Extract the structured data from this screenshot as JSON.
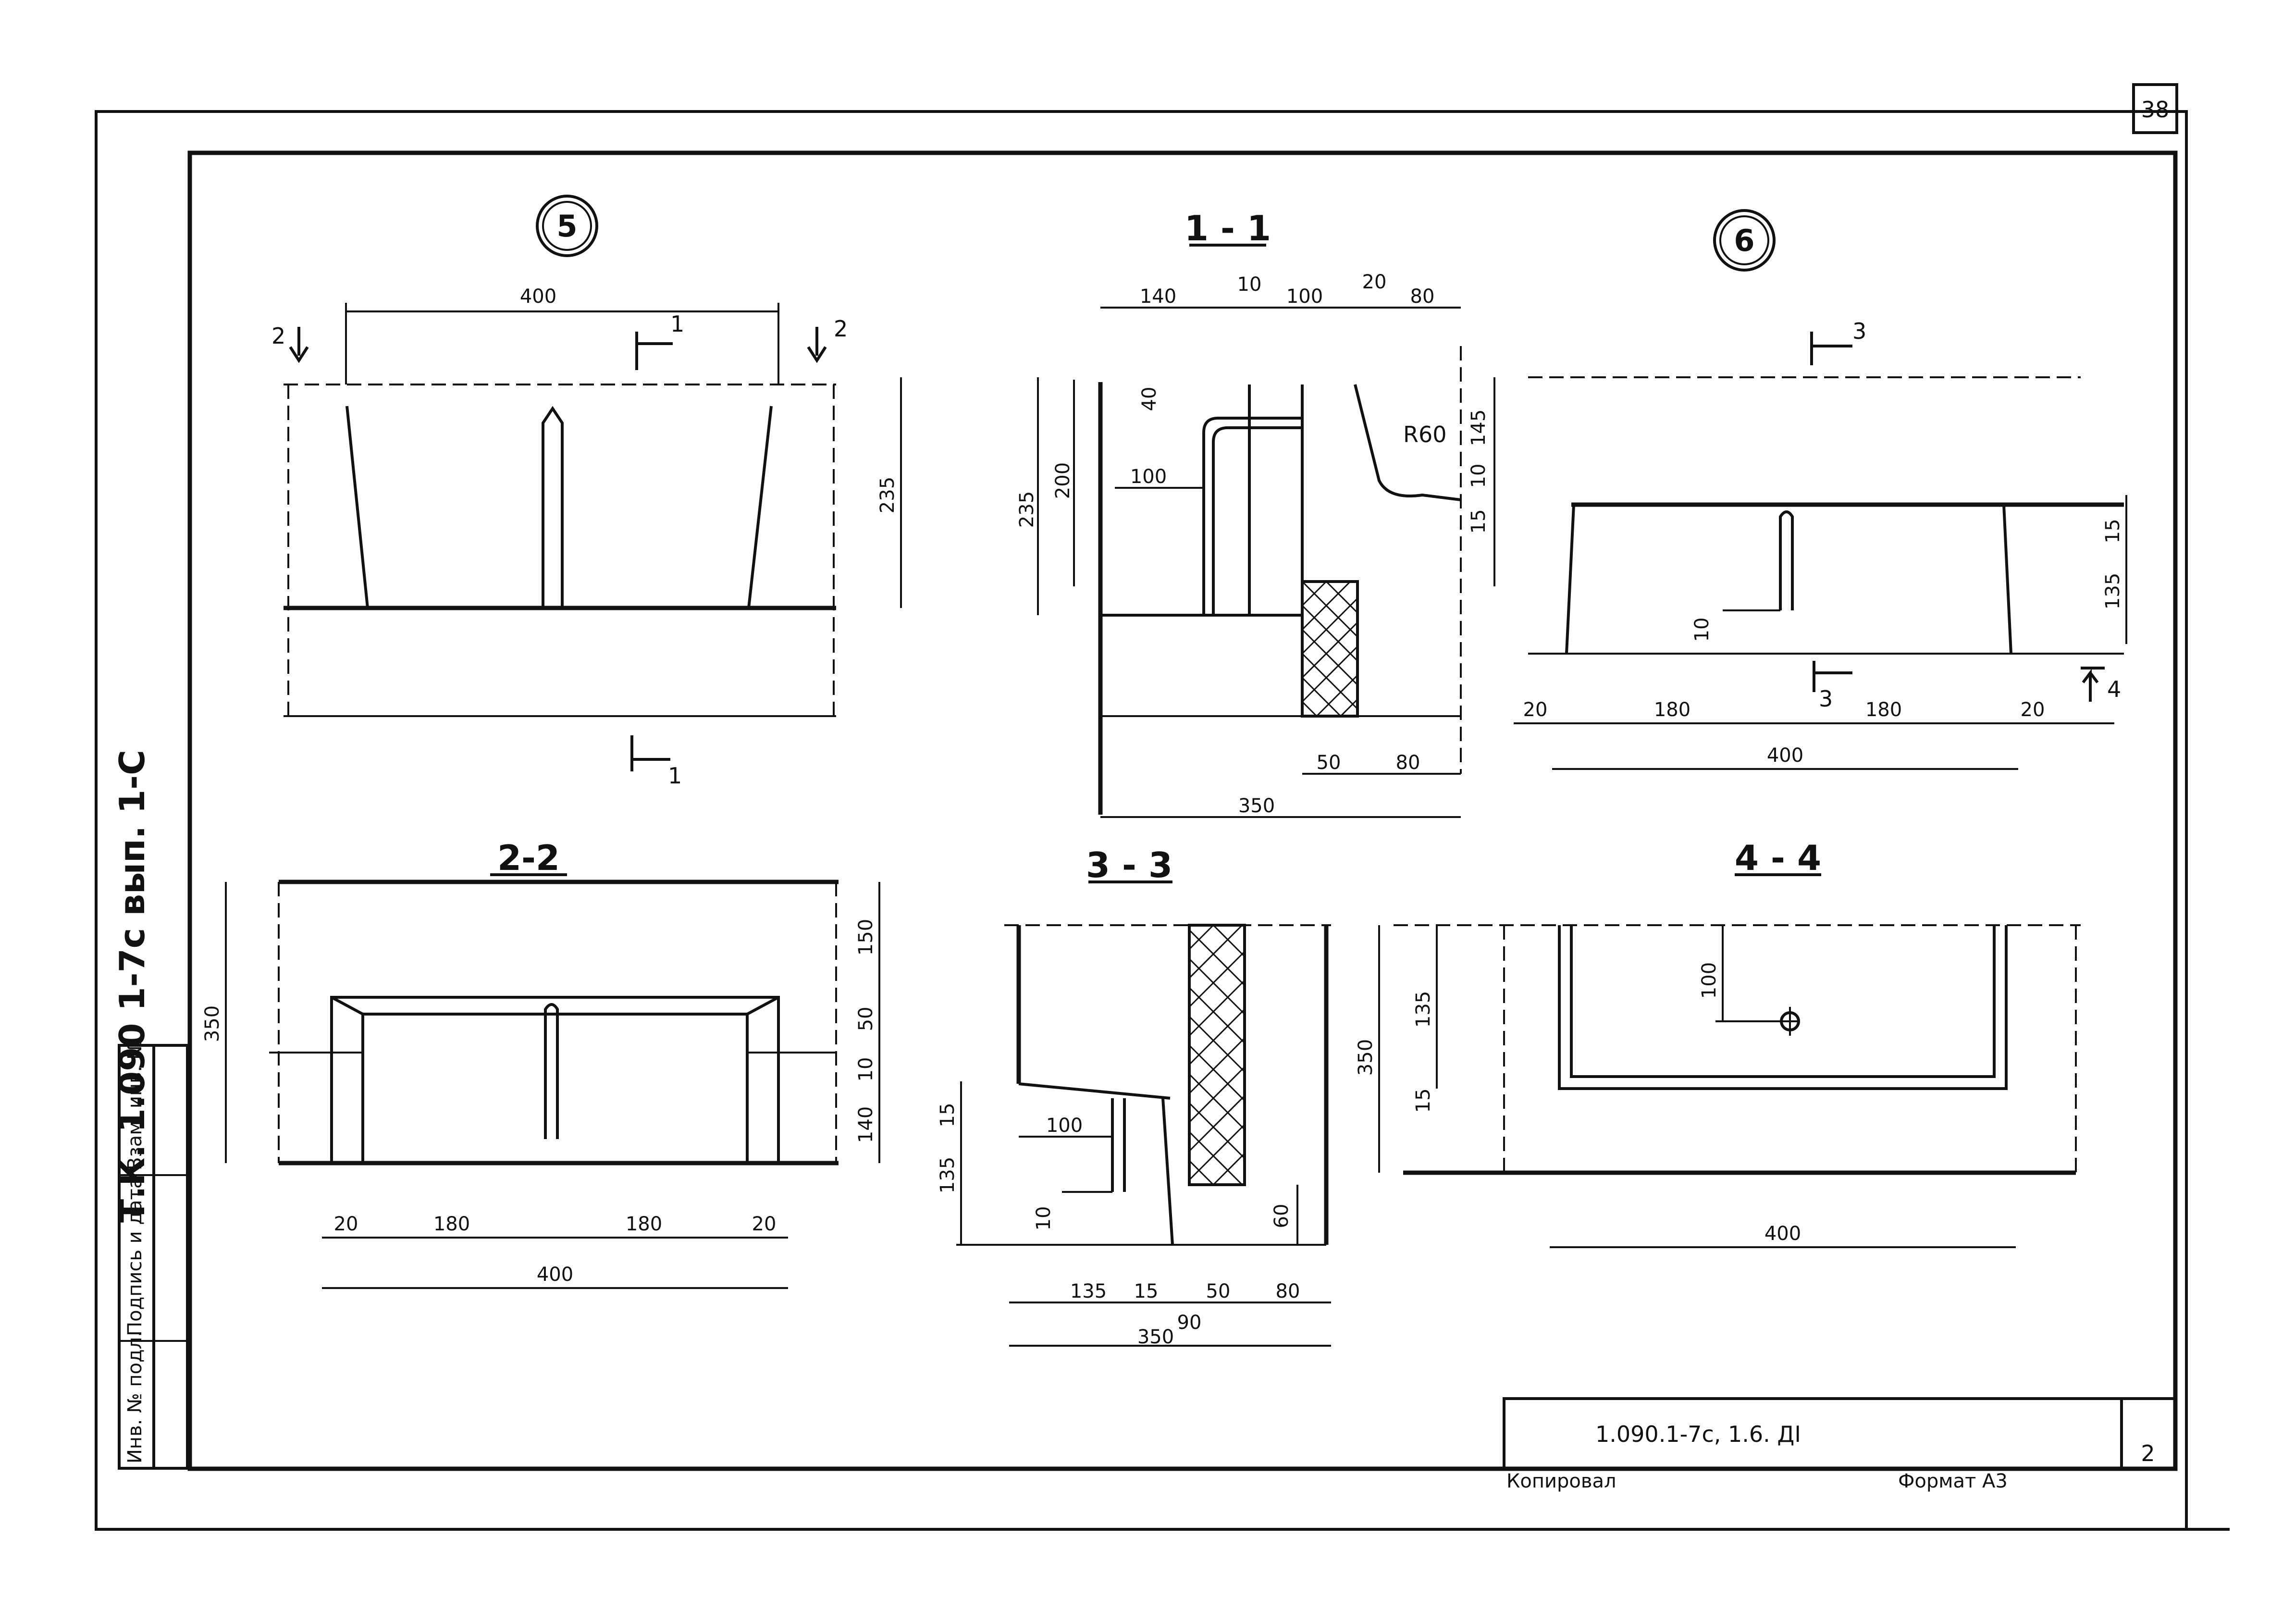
{
  "sheet": {
    "page_number": "38",
    "side_stamp": "Т.К. 1.090 1-7с вып. 1-С",
    "side_table": [
      "Инв. № подл.",
      "Подпись и дата",
      "Взам. инв. №"
    ],
    "title_block": {
      "code": "1.090.1-7с, 1.6. ДI",
      "sheet": "2"
    },
    "footer": {
      "copied": "Копировал",
      "format": "Формат А3"
    }
  },
  "views": {
    "v5": {
      "marker": "5",
      "dims": {
        "top": "400",
        "height": "235"
      },
      "cuts": {
        "c2a": "2",
        "c2b": "2",
        "c1top": "1",
        "c1bot": "1"
      }
    },
    "s11": {
      "title": "1 - 1",
      "dims": {
        "d140": "140",
        "d10": "10",
        "d100": "100",
        "d20": "20",
        "d80": "80",
        "d40": "40",
        "d200": "200",
        "d235": "235",
        "d100b": "100",
        "r60": "R60",
        "d145": "145",
        "d10b": "10",
        "d15": "15",
        "d50": "50",
        "d80b": "80",
        "d350": "350"
      }
    },
    "v6": {
      "marker": "6",
      "dims": {
        "d20a": "20",
        "d180": "180",
        "d180b": "180",
        "d20b": "20",
        "d400": "400",
        "d15": "15",
        "d135": "135",
        "d10": "10"
      },
      "cuts": {
        "c3top": "3",
        "c3bot": "3",
        "c4": "4"
      }
    },
    "s22": {
      "title": "2-2",
      "dims": {
        "d350": "350",
        "d150": "150",
        "d50": "50",
        "d10": "10",
        "d140": "140",
        "d20a": "20",
        "d180a": "180",
        "d180b": "180",
        "d20b": "20",
        "d400": "400"
      }
    },
    "s33": {
      "title": "3 - 3",
      "dims": {
        "d15": "15",
        "d100": "100",
        "d135": "135",
        "d10": "10",
        "d60": "60",
        "d135b": "135",
        "d15b": "15",
        "d50": "50",
        "d80": "80",
        "d350": "350",
        "d90": "90"
      }
    },
    "s44": {
      "title": "4 - 4",
      "dims": {
        "d350": "350",
        "d135": "135",
        "d15": "15",
        "d100": "100",
        "d400": "400"
      }
    }
  }
}
